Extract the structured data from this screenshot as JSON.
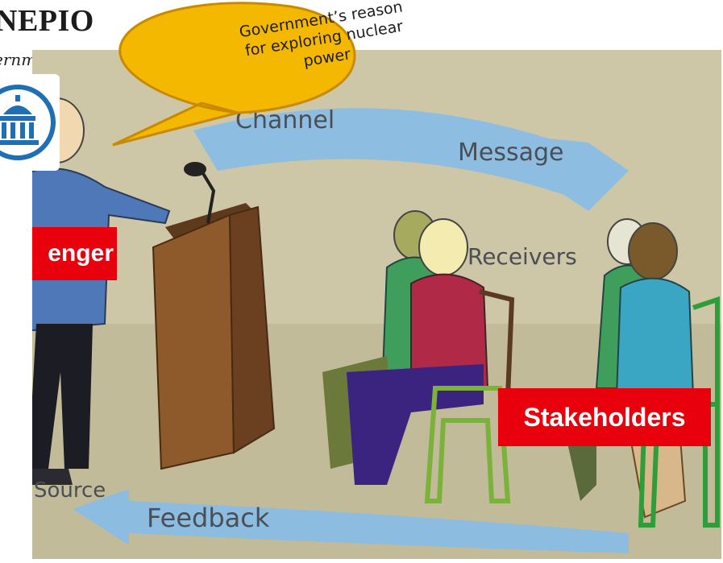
{
  "header": {
    "title": "NEPIO",
    "subtitle": "ernment"
  },
  "diagram": {
    "speech_bubble": "Government’s reason for exploring nuclear power",
    "labels": {
      "channel": "Channel",
      "message": "Message",
      "receivers": "Receivers",
      "source": "Source",
      "feedback": "Feedback"
    },
    "callouts": {
      "messenger": "enger",
      "stakeholders": "Stakeholders"
    },
    "icons": {
      "government": "capitol-building-icon"
    },
    "colors": {
      "bubble_fill": "#f5b800",
      "bubble_stroke": "#c98a00",
      "callout_red": "#e8000d",
      "arrow_blue": "#7eb6e4",
      "icon_blue": "#1f6fb5",
      "scene_bg": "#cdc6a7"
    }
  }
}
